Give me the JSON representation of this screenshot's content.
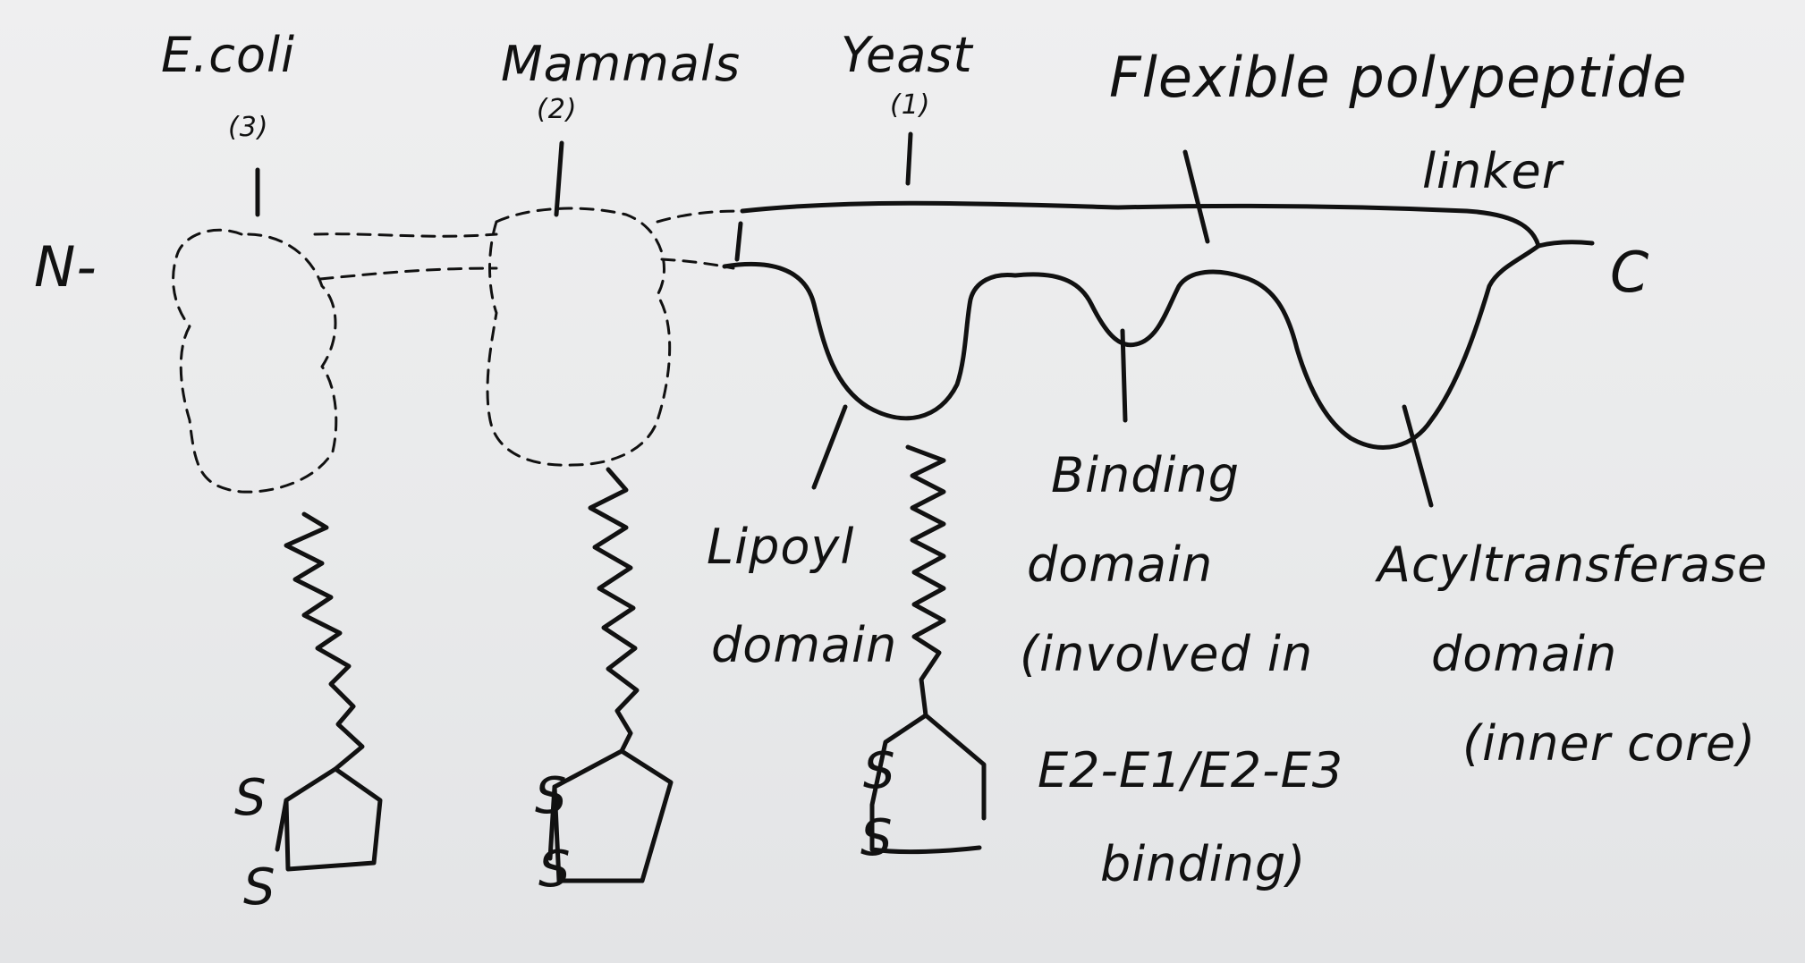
{
  "labels": {
    "ecoli": "E.coli",
    "ecoli_count": "(3)",
    "mammals": "Mammals",
    "mammals_count": "(2)",
    "yeast": "Yeast",
    "yeast_count": "(1)",
    "linker_line1": "Flexible polypeptide",
    "linker_line2": "linker",
    "n_terminus": "N-",
    "c_terminus": "C",
    "lipoyl_line1": "Lipoyl",
    "lipoyl_line2": "domain",
    "binding_line1": "Binding",
    "binding_line2": "domain",
    "binding_line3": "(involved in",
    "binding_line4": "E2-E1/E2-E3",
    "binding_line5": "binding)",
    "acyl_line1": "Acyltransferase",
    "acyl_line2": "domain",
    "acyl_line3": "(inner core)",
    "sulfur": "S"
  }
}
